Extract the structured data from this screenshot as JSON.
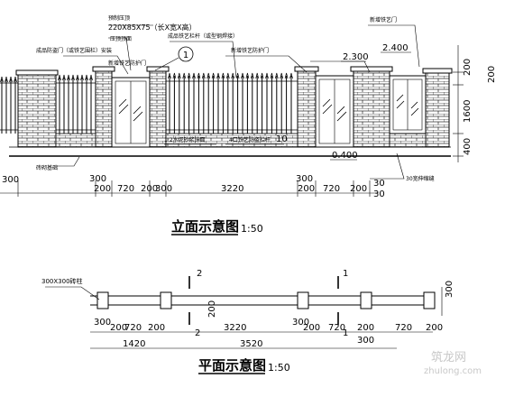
{
  "elevation": {
    "title": "立面示意图",
    "scale": "1:50",
    "callouts": {
      "post_cap": "预制压顶",
      "cap_size": "220X85X75（长X宽X高）",
      "top_label": "压顶顶面",
      "left_note": "成品防盗门（或铁艺围栏）安装",
      "gate_note": "新增铁艺防护门",
      "fence_note": "成品铁艺栏杆（或型钢焊接）",
      "right_gate_note": "新增铁艺防护门",
      "right_note": "新增铁艺门",
      "coping": "1:2水泥砂浆抹面",
      "rail": "4口铁艺防盗栏杆",
      "base_text": "10",
      "left_base": "砖砌基础",
      "detail_bubble": "1"
    },
    "levels": {
      "l1": "2.300",
      "l2": "2.400",
      "l3": "0.400"
    },
    "right_dims": [
      "200",
      "1600",
      "400"
    ],
    "bottom_dims": [
      "300",
      "300",
      "200",
      "720",
      "200",
      "300",
      "3220",
      "300",
      "200",
      "720",
      "200",
      "30"
    ],
    "dim_note_30": "30",
    "dim_note_right": "30宽伸缩缝"
  },
  "plan": {
    "title": "平面示意图",
    "scale": "1:50",
    "pier_label": "300X300砖柱",
    "section_marks": [
      "2",
      "2",
      "1",
      "1"
    ],
    "dim_right": "300",
    "dim_mid": "200",
    "row1": [
      "300",
      "200",
      "720",
      "200",
      "3220",
      "300",
      "200",
      "720",
      "200",
      "720",
      "200"
    ],
    "row2": [
      "1420",
      "3520"
    ],
    "extra": "300"
  },
  "watermark": {
    "cn": "筑龙网",
    "en": "zhulong.com"
  }
}
